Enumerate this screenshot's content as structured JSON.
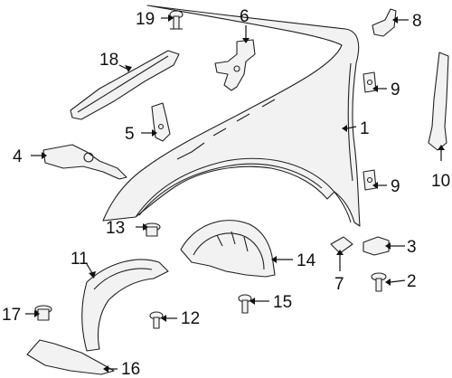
{
  "callouts": [
    "1",
    "2",
    "3",
    "4",
    "5",
    "6",
    "7",
    "8",
    "9",
    "9",
    "10",
    "11",
    "12",
    "13",
    "14",
    "15",
    "16",
    "17",
    "18",
    "19"
  ]
}
